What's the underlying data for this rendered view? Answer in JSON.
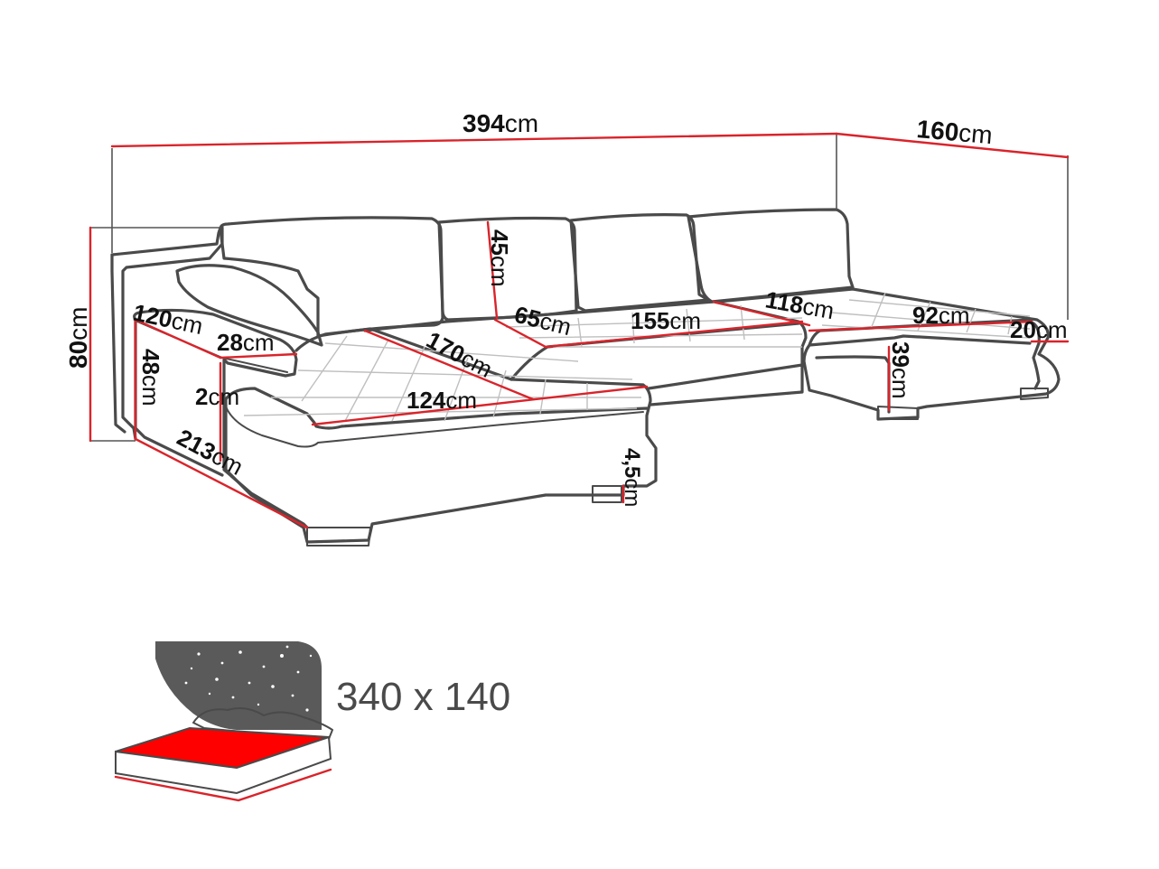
{
  "dimensions": {
    "overall_width": {
      "value": "394",
      "unit": "cm"
    },
    "chaise_right_depth": {
      "value": "160",
      "unit": "cm"
    },
    "total_height": {
      "value": "80",
      "unit": "cm"
    },
    "back_cushion_height": {
      "value": "45",
      "unit": "cm"
    },
    "seat_depth_middle": {
      "value": "65",
      "unit": "cm"
    },
    "middle_seat_width": {
      "value": "155",
      "unit": "cm"
    },
    "right_chaise_length": {
      "value": "118",
      "unit": "cm"
    },
    "right_chaise_width": {
      "value": "92",
      "unit": "cm"
    },
    "right_armrest_width": {
      "value": "20",
      "unit": "cm"
    },
    "right_seat_height": {
      "value": "39",
      "unit": "cm"
    },
    "left_chaise_length": {
      "value": "120",
      "unit": "cm"
    },
    "armrest_width": {
      "value": "28",
      "unit": "cm"
    },
    "armrest_height": {
      "value": "48",
      "unit": "cm"
    },
    "armrest_gap": {
      "value": "2",
      "unit": "cm"
    },
    "left_chaise_diagonal": {
      "value": "170",
      "unit": "cm"
    },
    "left_chaise_seat_width": {
      "value": "124",
      "unit": "cm"
    },
    "left_depth": {
      "value": "213",
      "unit": "cm"
    },
    "leg_height": {
      "value": "4,5",
      "unit": "cm"
    }
  },
  "sleeping_area": {
    "label": "340 x 140"
  },
  "colors": {
    "outline": "#4a4a4a",
    "dimension_line": "#d9242b",
    "bed_surface": "#ff0000",
    "night_sky": "#5a5a5a"
  }
}
